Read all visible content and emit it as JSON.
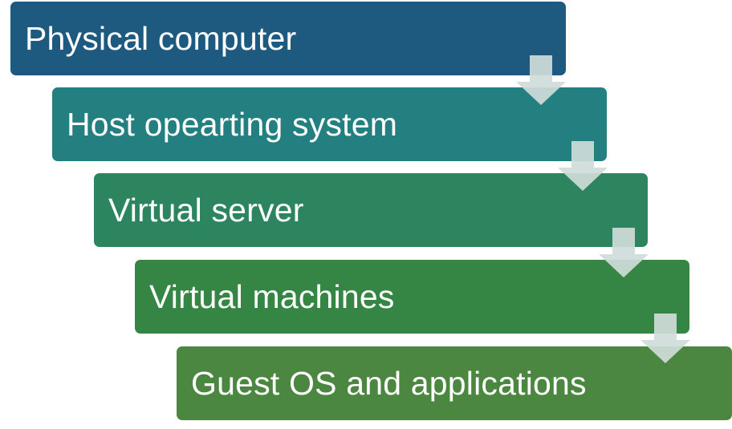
{
  "diagram": {
    "steps": [
      {
        "label": "Physical computer",
        "color": "#1e5a7f"
      },
      {
        "label": "Host opearting system",
        "color": "#247f80"
      },
      {
        "label": "Virtual server",
        "color": "#2d8560"
      },
      {
        "label": "Virtual machines",
        "color": "#358544"
      },
      {
        "label": "Guest OS and applications",
        "color": "#4b8740"
      }
    ],
    "arrow_color": "#cfdcd9"
  }
}
